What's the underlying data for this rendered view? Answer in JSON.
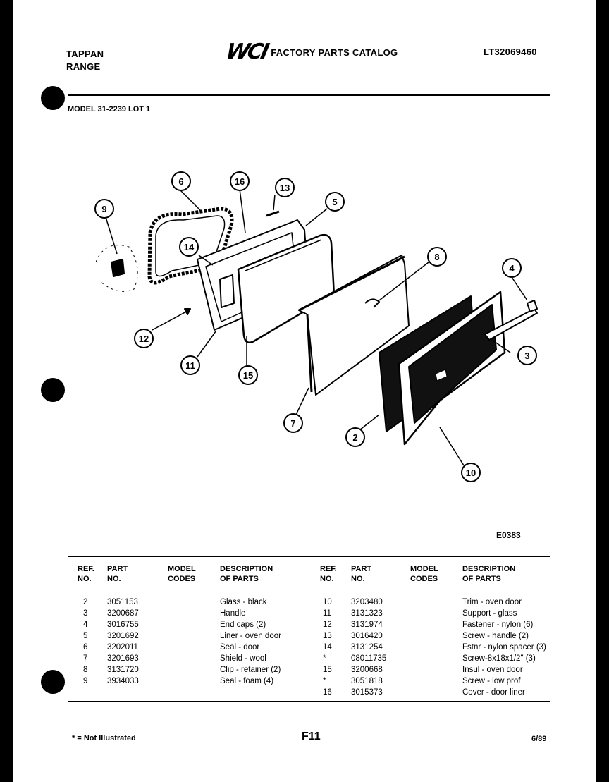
{
  "header": {
    "brand_line1": "TAPPAN",
    "brand_line2": "RANGE",
    "logo_text": "WCI",
    "catalog_title": "FACTORY PARTS CATALOG",
    "document_id": "LT32069460"
  },
  "model_line": "MODEL 31-2239 LOT 1",
  "diagram_code": "E0383",
  "callouts": [
    "6",
    "16",
    "13",
    "5",
    "9",
    "14",
    "8",
    "4",
    "12",
    "11",
    "15",
    "3",
    "7",
    "2",
    "10"
  ],
  "columns": {
    "ref": "REF.\nNO.",
    "part": "PART\nNO.",
    "model": "MODEL\nCODES",
    "desc": "DESCRIPTION\nOF PARTS"
  },
  "parts_left": [
    {
      "ref": "2",
      "part": "3051153",
      "desc": "Glass - black"
    },
    {
      "ref": "3",
      "part": "3200687",
      "desc": "Handle"
    },
    {
      "ref": "4",
      "part": "3016755",
      "desc": "End caps (2)"
    },
    {
      "ref": "5",
      "part": "3201692",
      "desc": "Liner - oven door"
    },
    {
      "ref": "6",
      "part": "3202011",
      "desc": "Seal - door"
    },
    {
      "ref": "7",
      "part": "3201693",
      "desc": "Shield - wool"
    },
    {
      "ref": "8",
      "part": "3131720",
      "desc": "Clip - retainer (2)"
    },
    {
      "ref": "9",
      "part": "3934033",
      "desc": "Seal - foam (4)"
    }
  ],
  "parts_right": [
    {
      "ref": "10",
      "part": "3203480",
      "desc": "Trim - oven door"
    },
    {
      "ref": "11",
      "part": "3131323",
      "desc": "Support - glass"
    },
    {
      "ref": "12",
      "part": "3131974",
      "desc": "Fastener - nylon (6)"
    },
    {
      "ref": "13",
      "part": "3016420",
      "desc": "Screw - handle (2)"
    },
    {
      "ref": "14",
      "part": "3131254",
      "desc": "Fstnr - nylon spacer (3)"
    },
    {
      "ref": "*",
      "part": "08011735",
      "desc": "Screw-8x18x1/2\" (3)"
    },
    {
      "ref": "15",
      "part": "3200668",
      "desc": "Insul - oven door"
    },
    {
      "ref": "*",
      "part": "3051818",
      "desc": "Screw - low prof"
    },
    {
      "ref": "16",
      "part": "3015373",
      "desc": "Cover - door liner"
    }
  ],
  "footer": {
    "note": "* = Not Illustrated",
    "page": "F11",
    "date": "6/89"
  }
}
